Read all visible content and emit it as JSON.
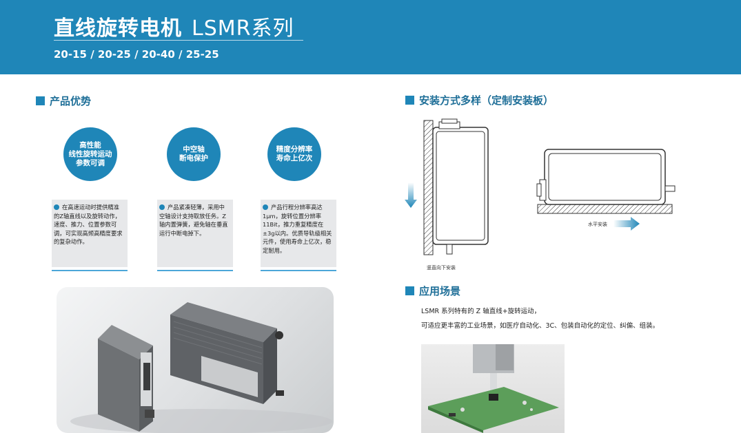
{
  "header": {
    "title": "直线旋转电机",
    "series": "LSMR系列",
    "subtitle": "20-15 / 20-25 / 20-40 / 25-25"
  },
  "advantages": {
    "heading": "产品优势",
    "cards": [
      {
        "circle_text": "高性能\n线性旋转运动\n参数可调",
        "body": "在高速运动时提供精准的Z轴直线以及旋转动作，速度、推力、位置参数可调，可实现高频高精度要求的复杂动作。"
      },
      {
        "circle_text": "中空轴\n断电保护",
        "body": "产品紧凑轻薄，采用中空轴设计支持取放任务。Z轴内置弹簧，避免轴在垂直运行中断电掉下。"
      },
      {
        "circle_text": "精度分辨率\n寿命上亿次",
        "body": "产品行程分辨率高达1μm，旋转位置分辨率11Bit，推力重复精度在±3g以内。优质导轨级相关元件，使用寿命上亿次，稳定耐用。"
      }
    ]
  },
  "installation": {
    "heading": "安装方式多样（定制安装板）",
    "vertical_label": "竖直向下安装",
    "horizontal_label": "水平安装"
  },
  "application": {
    "heading": "应用场景",
    "line1": "LSMR 系列特有的 Z 轴直线+旋转运动，",
    "line2": "可适应更丰富的工业场景，如医疗自动化、3C、包装自动化的定位、纠偏、组装。"
  },
  "colors": {
    "brand": "#1f86b8",
    "card_bg": "#e7e8ea"
  }
}
